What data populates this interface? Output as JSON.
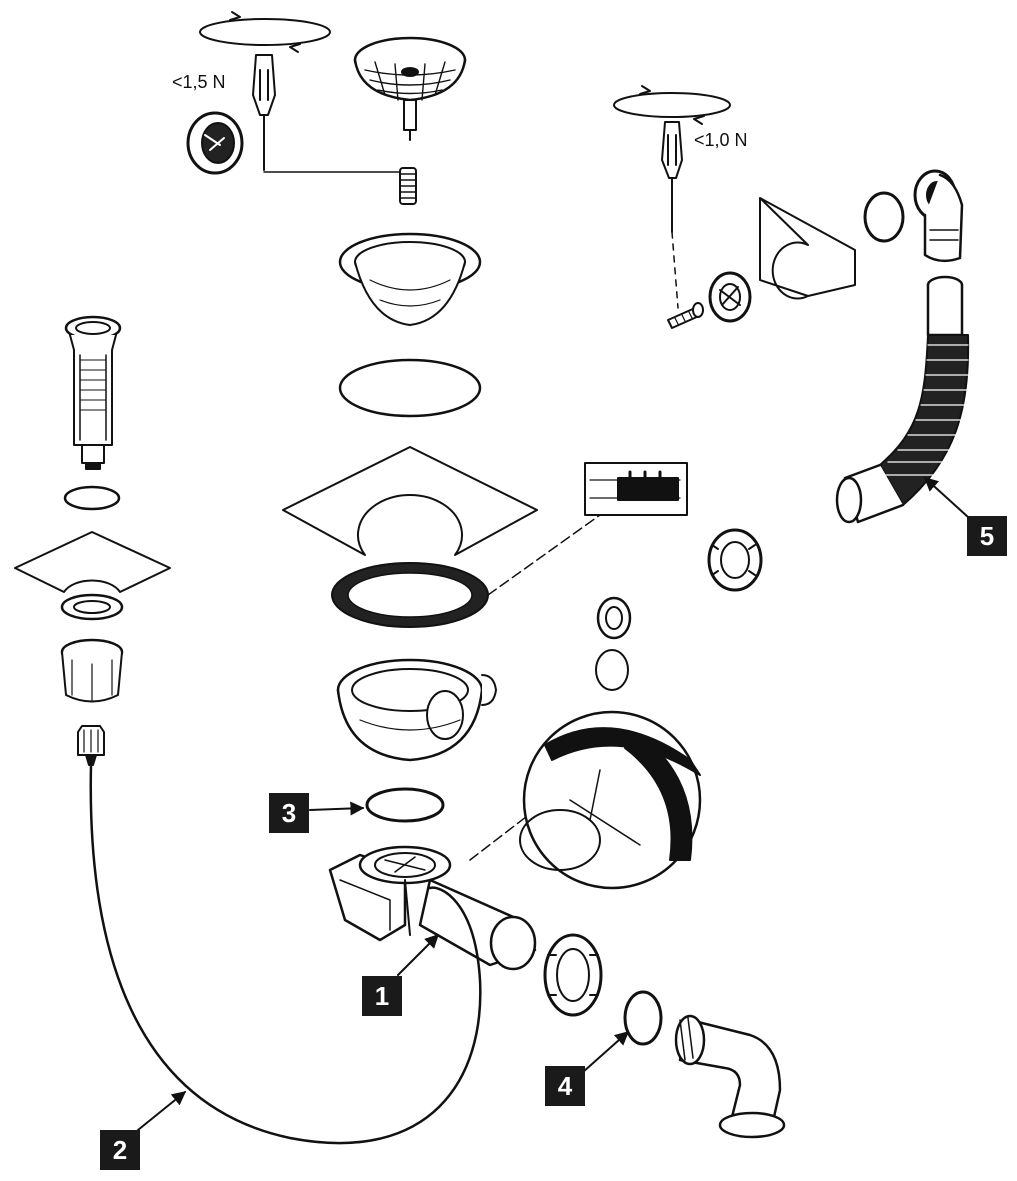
{
  "labels": {
    "torque_left": "<1,5 N",
    "torque_right": "<1,0 N"
  },
  "callouts": [
    {
      "id": "1",
      "text": "1"
    },
    {
      "id": "2",
      "text": "2"
    },
    {
      "id": "3",
      "text": "3"
    },
    {
      "id": "4",
      "text": "4"
    },
    {
      "id": "5",
      "text": "5"
    }
  ],
  "colors": {
    "ink": "#111111",
    "callout_bg": "#1a1a1a",
    "callout_text": "#ffffff",
    "background": "#ffffff"
  }
}
